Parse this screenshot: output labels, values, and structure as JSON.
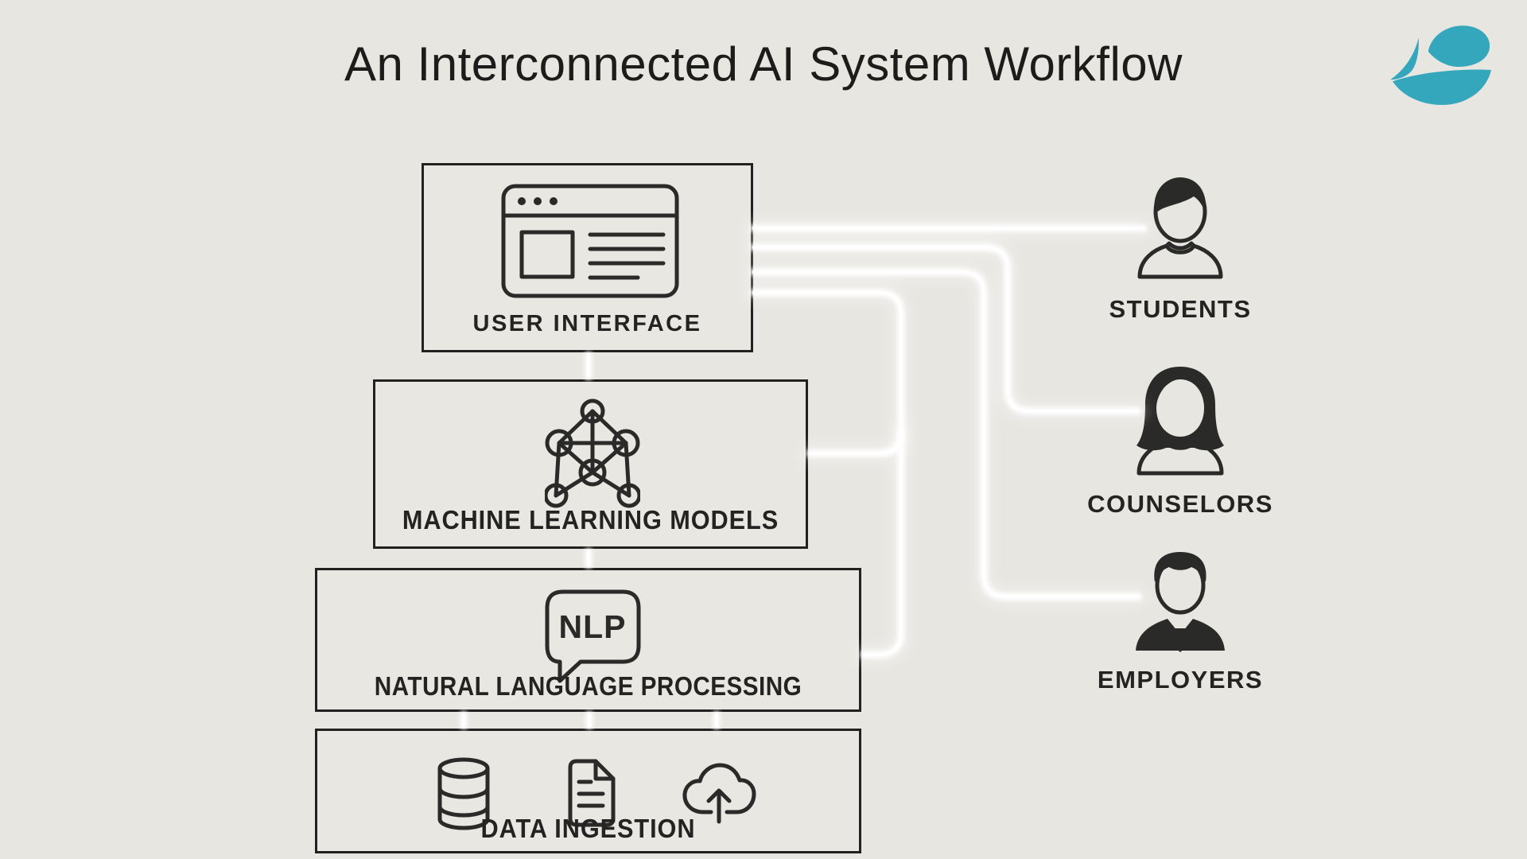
{
  "page": {
    "title": "An Interconnected AI System Workflow",
    "background_color": "#e8e6e1",
    "line_color": "#ffffff",
    "ink_color": "#2a2a28",
    "brand_color": "#35a7bc"
  },
  "logo": {
    "name": "teal-abstract-bird-logo"
  },
  "boxes": [
    {
      "id": "user-interface",
      "label": "USER INTERFACE",
      "icon": "browser-window-icon"
    },
    {
      "id": "machine-learning-models",
      "label": "MACHINE LEARNING MODELS",
      "icon": "neural-network-icon"
    },
    {
      "id": "natural-language-processing",
      "label": "NATURAL LANGUAGE PROCESSING",
      "icon": "speech-bubble-icon",
      "bubble_text": "NLP"
    },
    {
      "id": "data-ingestion",
      "label": "DATA INGESTION",
      "icons": [
        "database-icon",
        "document-icon",
        "cloud-upload-icon"
      ]
    }
  ],
  "actors": [
    {
      "id": "students",
      "label": "STUDENTS",
      "icon": "student-person-icon"
    },
    {
      "id": "counselors",
      "label": "COUNSELORS",
      "icon": "counselor-person-icon"
    },
    {
      "id": "employers",
      "label": "EMPLOYERS",
      "icon": "employer-person-icon"
    }
  ],
  "connections": [
    {
      "from": "user-interface",
      "to": "students"
    },
    {
      "from": "user-interface",
      "to": "counselors"
    },
    {
      "from": "user-interface",
      "to": "employers"
    },
    {
      "from": "user-interface",
      "to": "natural-language-processing"
    },
    {
      "from": "user-interface",
      "to": "machine-learning-models"
    },
    {
      "from": "machine-learning-models",
      "to": "natural-language-processing"
    },
    {
      "from": "natural-language-processing",
      "to": "data-ingestion"
    }
  ]
}
